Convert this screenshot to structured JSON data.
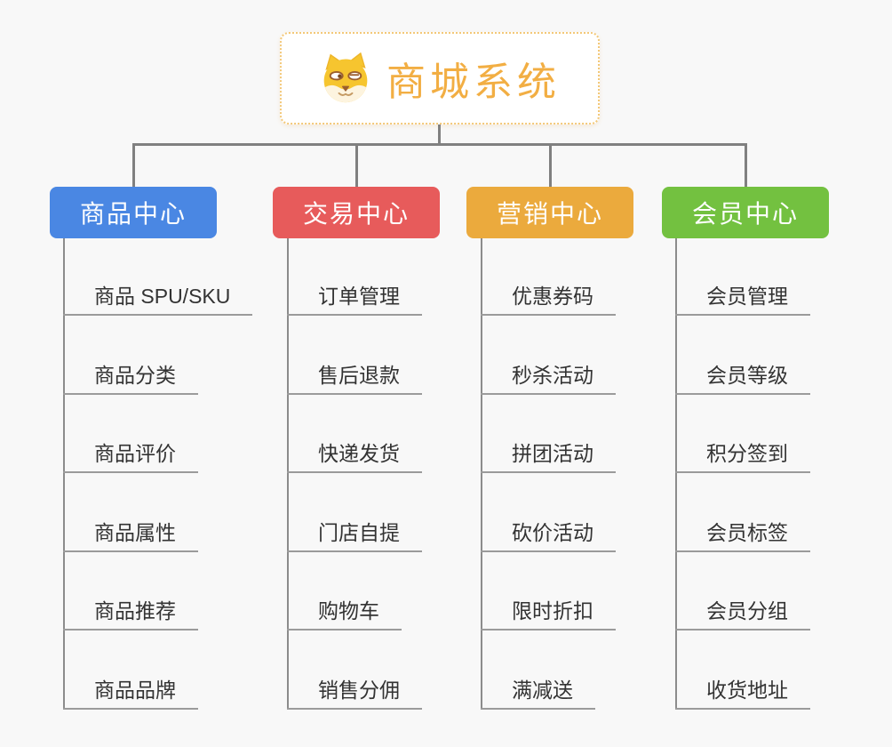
{
  "root": {
    "title": "商城系统",
    "icon": "dog-face-icon",
    "title_color": "#f2ae43",
    "border_color": "#f3c878"
  },
  "branches": [
    {
      "label": "商品中心",
      "color": "#4a87e3",
      "children": [
        "商品 SPU/SKU",
        "商品分类",
        "商品评价",
        "商品属性",
        "商品推荐",
        "商品品牌"
      ]
    },
    {
      "label": "交易中心",
      "color": "#e75b5b",
      "children": [
        "订单管理",
        "售后退款",
        "快递发货",
        "门店自提",
        "购物车",
        "销售分佣"
      ]
    },
    {
      "label": "营销中心",
      "color": "#ebaa3d",
      "children": [
        "优惠券码",
        "秒杀活动",
        "拼团活动",
        "砍价活动",
        "限时折扣",
        "满减送"
      ]
    },
    {
      "label": "会员中心",
      "color": "#73c140",
      "children": [
        "会员管理",
        "会员等级",
        "积分签到",
        "会员标签",
        "会员分组",
        "收货地址"
      ]
    }
  ],
  "colors": {
    "background": "#f8f8f8",
    "connector": "#808080",
    "trunk": "#8c8c8c",
    "leaf_line": "#9b9b9b",
    "leaf_text": "#333333"
  }
}
